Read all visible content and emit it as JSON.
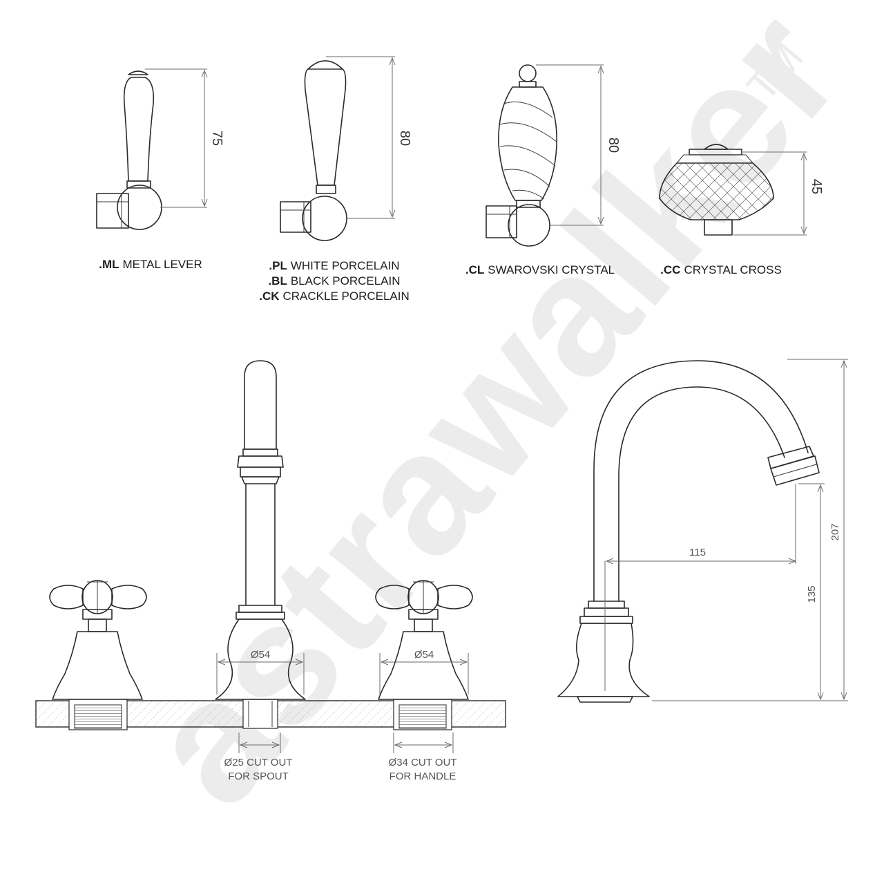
{
  "watermark": {
    "text": "astrawalker",
    "tm": "TM"
  },
  "handles": [
    {
      "code": ".ML",
      "name": "METAL LEVER",
      "dimension": "75"
    },
    {
      "code": ".PL",
      "name": "WHITE PORCELAIN",
      "dimension": "80"
    },
    {
      "code": ".BL",
      "name": "BLACK PORCELAIN"
    },
    {
      "code": ".CK",
      "name": "CRACKLE PORCELAIN"
    },
    {
      "code": ".CL",
      "name": "SWAROVSKI CRYSTAL",
      "dimension": "80"
    },
    {
      "code": ".CC",
      "name": "CRYSTAL CROSS",
      "dimension": "45"
    }
  ],
  "front_view": {
    "left_base_dia": "Ø54",
    "right_base_dia": "Ø54",
    "spout_cutout": [
      "Ø25 CUT OUT",
      "FOR SPOUT"
    ],
    "handle_cutout": [
      "Ø34 CUT OUT",
      "FOR HANDLE"
    ]
  },
  "side_view": {
    "reach": "115",
    "outlet_height": "135",
    "total_height": "207"
  },
  "colors": {
    "line": "#2a2a2a",
    "dimension": "#6a6a6a",
    "watermark": "#ececec"
  }
}
